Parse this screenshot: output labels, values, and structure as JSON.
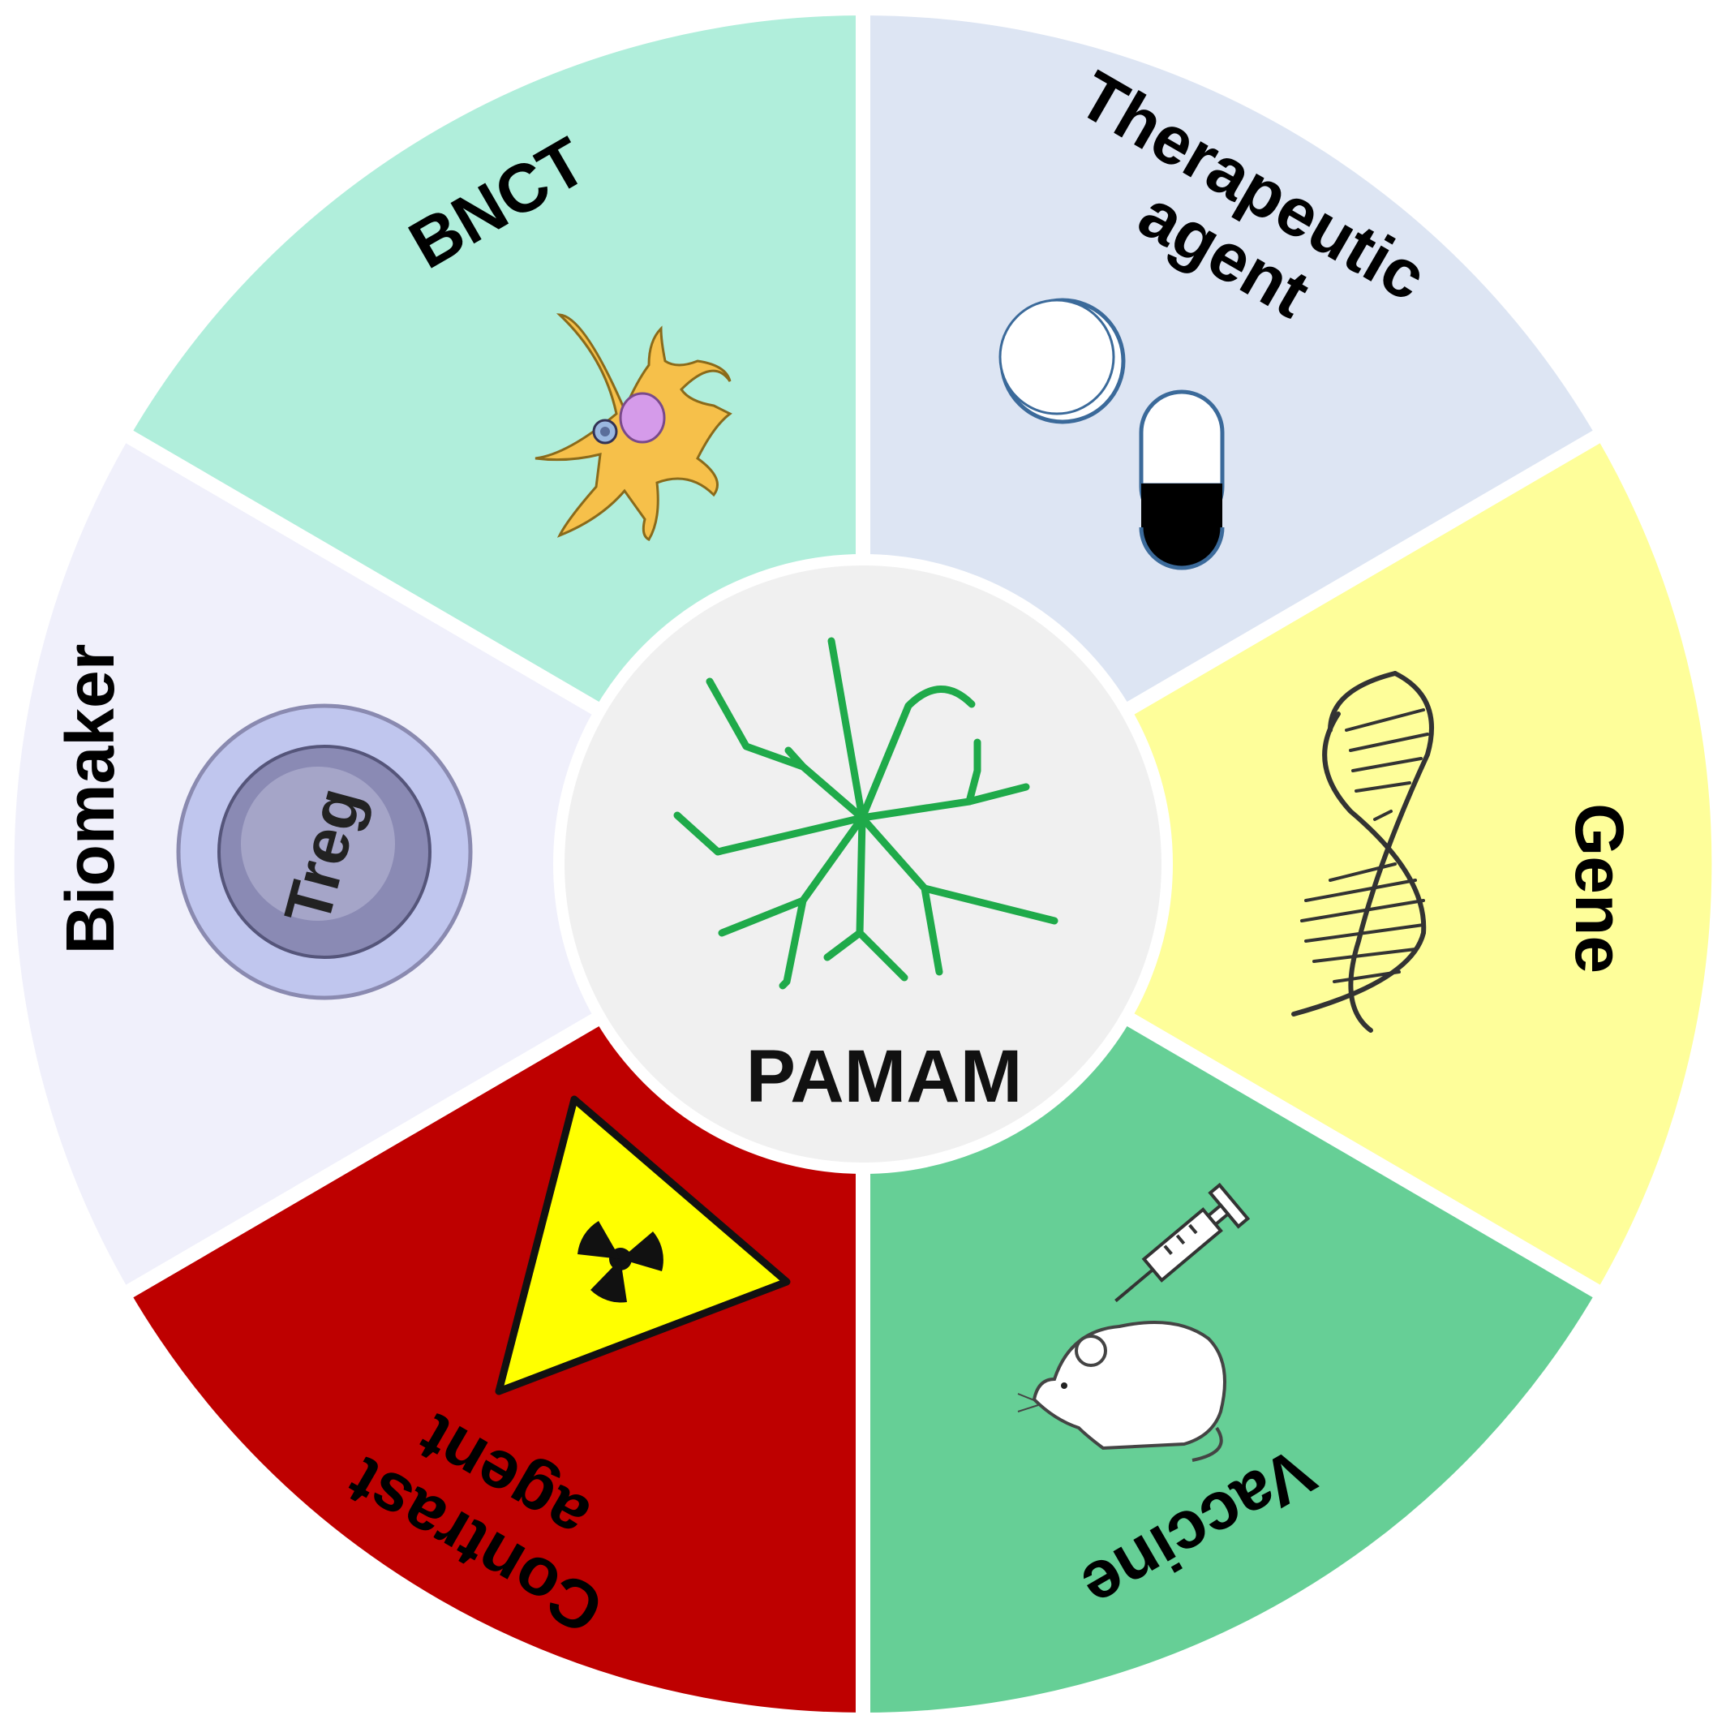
{
  "center": {
    "label": "PAMAM",
    "icon": "dendrimer-icon",
    "fill": "#f0f0f0",
    "icon_color": "#1faa4a"
  },
  "segments": [
    {
      "id": "bnct",
      "label_lines": [
        "BNCT"
      ],
      "fill": "#b0eedb",
      "icon": "dendritic-cell-icon"
    },
    {
      "id": "therapeutic-agent",
      "label_lines": [
        "Therapeutic",
        "agent"
      ],
      "fill": "#dde5f3",
      "icon": "pill-capsule-icon"
    },
    {
      "id": "gene",
      "label_lines": [
        "Gene"
      ],
      "fill": "#fefe9a",
      "icon": "dna-icon"
    },
    {
      "id": "vaccine",
      "label_lines": [
        "Vaccine"
      ],
      "fill": "#66cf96",
      "icon": "syringe-mouse-icon"
    },
    {
      "id": "contrast-agent",
      "label_lines": [
        "Contrast",
        "agent"
      ],
      "fill": "#be0000",
      "icon": "radiation-warning-icon"
    },
    {
      "id": "biomaker",
      "label_lines": [
        "Biomaker"
      ],
      "fill": "#f0f0fb",
      "icon": "treg-cell-icon",
      "icon_text": "Treg"
    }
  ]
}
